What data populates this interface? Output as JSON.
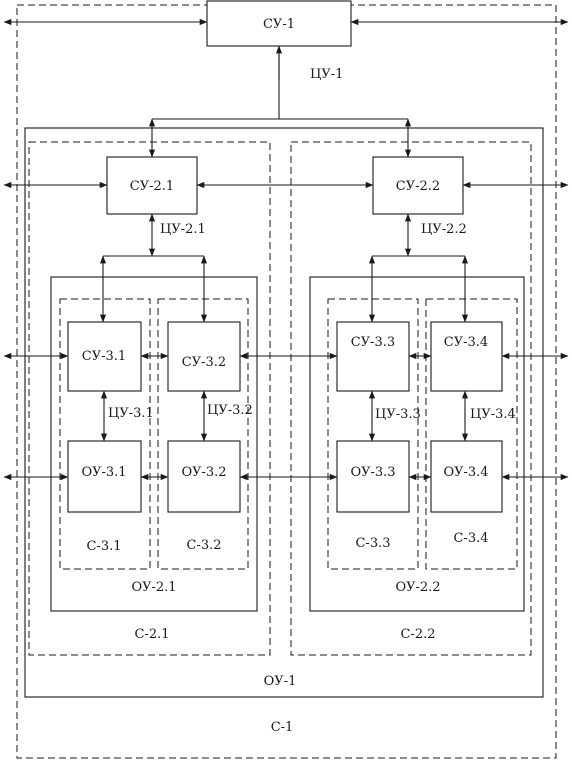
{
  "blocks": {
    "su1": "СУ-1",
    "su21": "СУ-2.1",
    "su22": "СУ-2.2",
    "su31": "СУ-3.1",
    "su32": "СУ-3.2",
    "su33": "СУ-3.3",
    "su34": "СУ-3.4",
    "ou31": "ОУ-3.1",
    "ou32": "ОУ-3.2",
    "ou33": "ОУ-3.3",
    "ou34": "ОУ-3.4"
  },
  "links": {
    "cu1": "ЦУ-1",
    "cu21": "ЦУ-2.1",
    "cu22": "ЦУ-2.2",
    "cu31": "ЦУ-3.1",
    "cu32": "ЦУ-3.2",
    "cu33": "ЦУ-3.3",
    "cu34": "ЦУ-3.4"
  },
  "regions": {
    "c1": "С-1",
    "ou1": "ОУ-1",
    "c21": "С-2.1",
    "c22": "С-2.2",
    "ou21": "ОУ-2.1",
    "ou22": "ОУ-2.2",
    "c31": "С-3.1",
    "c32": "С-3.2",
    "c33": "С-3.3",
    "c34": "С-3.4"
  }
}
